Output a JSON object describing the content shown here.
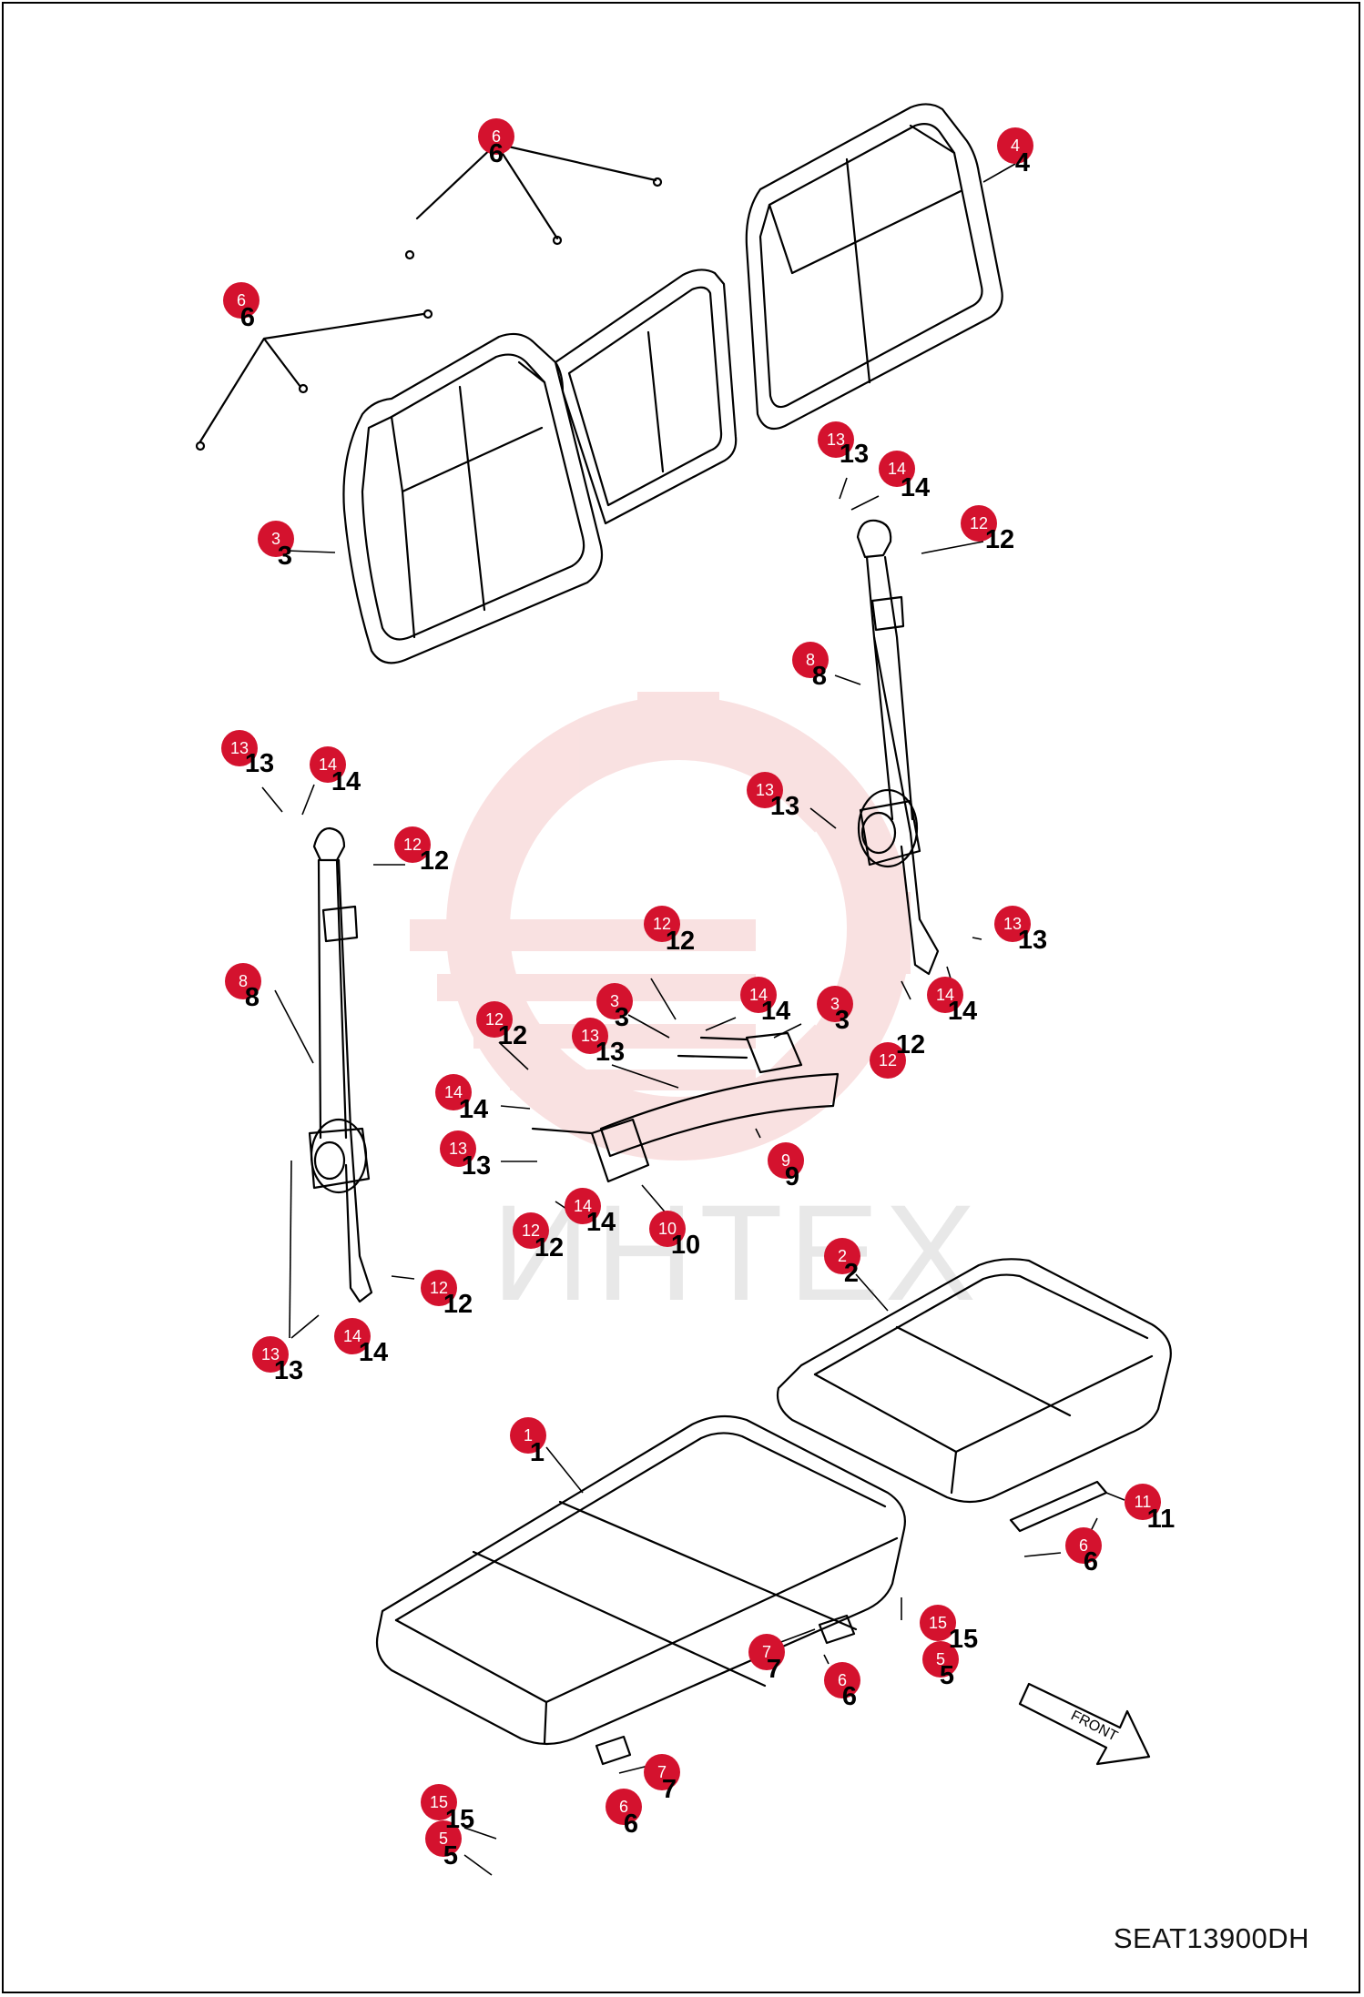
{
  "drawing_code": "SEAT13900DH",
  "watermark_text": "ИНТЕХ",
  "front_label": "FRONT",
  "colors": {
    "callout": "#d4122e",
    "line": "#000000",
    "watermark": "#f5c9c9"
  },
  "callouts": [
    {
      "id": "c-6a",
      "num": "6"
    },
    {
      "id": "c-6b",
      "num": "6"
    },
    {
      "id": "c-4",
      "num": "4"
    },
    {
      "id": "c-3a",
      "num": "3"
    },
    {
      "id": "c-13a",
      "num": "13"
    },
    {
      "id": "c-14a",
      "num": "14"
    },
    {
      "id": "c-12a",
      "num": "12"
    },
    {
      "id": "c-8a",
      "num": "8"
    },
    {
      "id": "c-13b",
      "num": "13"
    },
    {
      "id": "c-14b",
      "num": "14"
    },
    {
      "id": "c-12b",
      "num": "12"
    },
    {
      "id": "c-13c",
      "num": "13"
    },
    {
      "id": "c-8b",
      "num": "8"
    },
    {
      "id": "c-12c",
      "num": "12"
    },
    {
      "id": "c-13d",
      "num": "13"
    },
    {
      "id": "c-14c",
      "num": "14"
    },
    {
      "id": "c-3b",
      "num": "3"
    },
    {
      "id": "c-3c",
      "num": "3"
    },
    {
      "id": "c-14d",
      "num": "14"
    },
    {
      "id": "c-12d",
      "num": "12"
    },
    {
      "id": "c-12e",
      "num": "12"
    },
    {
      "id": "c-13e",
      "num": "13"
    },
    {
      "id": "c-14e",
      "num": "14"
    },
    {
      "id": "c-13f",
      "num": "13"
    },
    {
      "id": "c-9",
      "num": "9"
    },
    {
      "id": "c-14f",
      "num": "14"
    },
    {
      "id": "c-12f",
      "num": "12"
    },
    {
      "id": "c-10",
      "num": "10"
    },
    {
      "id": "c-2",
      "num": "2"
    },
    {
      "id": "c-12g",
      "num": "12"
    },
    {
      "id": "c-14g",
      "num": "14"
    },
    {
      "id": "c-13g",
      "num": "13"
    },
    {
      "id": "c-1",
      "num": "1"
    },
    {
      "id": "c-11",
      "num": "11"
    },
    {
      "id": "c-6c",
      "num": "6"
    },
    {
      "id": "c-15a",
      "num": "15"
    },
    {
      "id": "c-7a",
      "num": "7"
    },
    {
      "id": "c-5a",
      "num": "5"
    },
    {
      "id": "c-6d",
      "num": "6"
    },
    {
      "id": "c-7b",
      "num": "7"
    },
    {
      "id": "c-6e",
      "num": "6"
    },
    {
      "id": "c-15b",
      "num": "15"
    },
    {
      "id": "c-5b",
      "num": "5"
    }
  ]
}
